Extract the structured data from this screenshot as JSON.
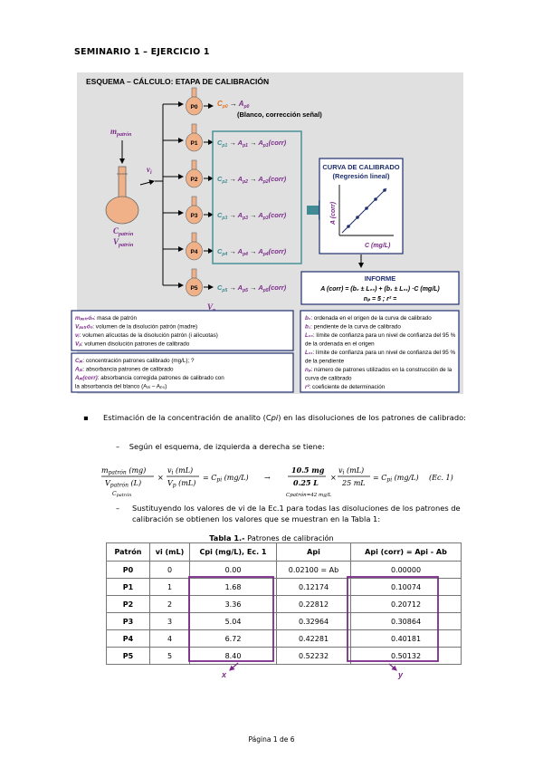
{
  "header": {
    "title": "SEMINARIO 1 – EJERCICIO 1"
  },
  "scheme": {
    "title": "ESQUEMA – CÁLCULO: ETAPA DE CALIBRACIÓN",
    "m_label": "m",
    "m_sub": "patrón",
    "vi_label": "v",
    "vi_sub": "i",
    "c_label": "C",
    "c_sub": "patrón",
    "v_label": "V",
    "v_sub": "patrón",
    "vp_label": "V",
    "vp_sub": "p",
    "flasks": [
      "P0",
      "P1",
      "P2",
      "P3",
      "P4",
      "P5"
    ],
    "p0_text": "(Blanco, corrección señal)",
    "curve_title": "CURVA DE CALIBRADO",
    "curve_subtitle": "(Regresión lineal)",
    "curve_xlabel": "C (mg/L)",
    "curve_ylabel": "A (corr)",
    "informe_title": "INFORME",
    "informe_line1": "A (corr) = (b₀ ± L₀₀) + (b₁ ± L₀₁) ·C (mg/L)",
    "informe_line2": "nₚ = 5 ;  r² =",
    "legend_left1": [
      [
        "mₚₐₜᵣóₙ",
        "masa de patrón"
      ],
      [
        "Vₚₐₜᵣóₙ",
        "volumen de la disolución patrón (madre)"
      ],
      [
        "vᵢ",
        "volumen alícuotas de la disolución patrón (i alícuotas)"
      ],
      [
        "Vₚ",
        "volumen disolución patrones de calibrado"
      ]
    ],
    "legend_left2": [
      [
        "Cₚᵢ",
        "concentración patrones calibrado (mg/L); ?"
      ],
      [
        "Aₚᵢ",
        "absorbancia patrones de calibrado"
      ],
      [
        "Aₚᵢ(corr)",
        "absorbancia corregida patrones de calibrado con"
      ],
      [
        "",
        "la absorbancia del blanco (Aₚᵢ – Aₚ₀)"
      ]
    ],
    "legend_right": [
      [
        "b₀",
        "ordenada en el origen de la curva de calibrado"
      ],
      [
        "b₁",
        "pendiente de la curva de calibrado"
      ],
      [
        "L₀₀",
        "límite de confianza para un nivel de confianza del 95 %"
      ],
      [
        "",
        "de la ordenada en el origen"
      ],
      [
        "L₀₁",
        "límite de confianza para un nivel de confianza del 95 %"
      ],
      [
        "",
        "de la pendiente"
      ],
      [
        "nₚ",
        "número de patrones utilizados en la construcción de la"
      ],
      [
        "",
        "curva de calibrado"
      ],
      [
        "r²",
        "coeficiente de determinación"
      ]
    ]
  },
  "body": {
    "bullet1_a": "Estimación de la concentración de analito (C",
    "bullet1_b": ") en las disoluciones de los patrones de calibrado:",
    "bullet2": "Según el esquema, de izquierda a derecha se tiene:",
    "bullet3": "Sustituyendo los valores de vi de la Ec.1 para todas las disoluciones de los patrones de calibración se obtienen los valores que se muestran en la Tabla 1:",
    "eq_label": "(Ec. 1)",
    "eq_mass": "10.5 mg",
    "eq_vol": "0.25 L",
    "eq_cpatron": "Cpatrón=42 mg/L",
    "eq_mL": "25 mL"
  },
  "table": {
    "caption_bold": "Tabla 1.-",
    "caption_text": " Patrones de calibración",
    "headers": [
      "Patrón",
      "vi (mL)",
      "Cpi (mg/L), Ec. 1",
      "Api",
      "Api (corr) = Api - Ab"
    ],
    "rows": [
      [
        "P0",
        "0",
        "0.00",
        "0.02100 = Ab",
        "0.00000"
      ],
      [
        "P1",
        "1",
        "1.68",
        "0.12174",
        "0.10074"
      ],
      [
        "P2",
        "2",
        "3.36",
        "0.22812",
        "0.20712"
      ],
      [
        "P3",
        "3",
        "5.04",
        "0.32964",
        "0.30864"
      ],
      [
        "P4",
        "4",
        "6.72",
        "0.42281",
        "0.40181"
      ],
      [
        "P5",
        "5",
        "8.40",
        "0.52232",
        "0.50132"
      ]
    ],
    "x_label": "x",
    "y_label": "y"
  },
  "footer": {
    "text": "Página 1 de 6"
  },
  "colors": {
    "purple": "#7b2a8a",
    "navy": "#1f2f6e",
    "teal": "#3f8a94",
    "flask": "#f0b088",
    "orange": "#e07020"
  }
}
